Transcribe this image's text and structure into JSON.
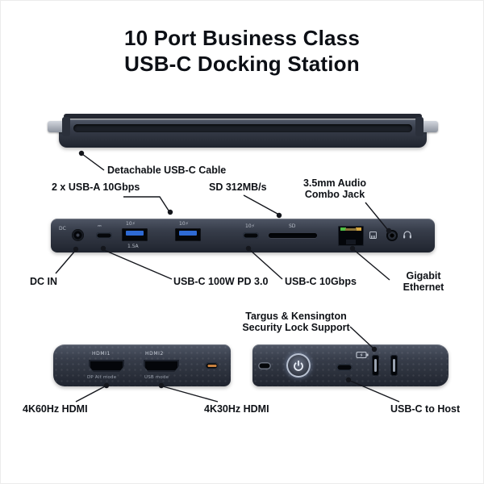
{
  "title": {
    "line1": "10 Port Business Class",
    "line2": "USB-C Docking Station"
  },
  "colors": {
    "background": "#ffffff",
    "text": "#0e1116",
    "device_body": "#343a46",
    "usb_a_blue": "#2e6ad4",
    "ethernet_green": "#4fbf45",
    "ethernet_amber": "#d7a73f",
    "host_port_orange": "#c9823f"
  },
  "icons": {
    "power": "power-symbol",
    "network": "ethernet-box",
    "headphone": "headset-arc",
    "charge": "battery-bolt"
  },
  "top_view": {
    "callout": "Detachable USB-C Cable"
  },
  "rear_view": {
    "callouts_top": {
      "usb_a": "2 x USB-A 10Gbps",
      "sd": "SD 312MB/s",
      "audio_line1": "3.5mm Audio",
      "audio_line2": "Combo Jack"
    },
    "callouts_bottom": {
      "dc_in": "DC IN",
      "usb_c_pd": "USB-C 100W PD 3.0",
      "usb_c_10g": "USB-C 10Gbps",
      "ethernet_line1": "Gigabit",
      "ethernet_line2": "Ethernet"
    },
    "markings": {
      "dc": "DC",
      "pd": "⎓",
      "speed1": "10⚡",
      "speed2": "10⚡",
      "speed3": "10⚡",
      "amp": "1.5A",
      "sd": "SD"
    }
  },
  "front_view": {
    "markings": {
      "hdmi1": "HDMI1",
      "hdmi2": "HDMI2",
      "dp_alt": "DP Alt mode",
      "usb_mode": "USB mode"
    },
    "callouts": {
      "hdmi1": "4K60Hz HDMI",
      "hdmi2": "4K30Hz HDMI"
    }
  },
  "side_view": {
    "callouts": {
      "lock_line1": "Targus & Kensington",
      "lock_line2": "Security Lock Support",
      "host": "USB-C to Host"
    }
  }
}
